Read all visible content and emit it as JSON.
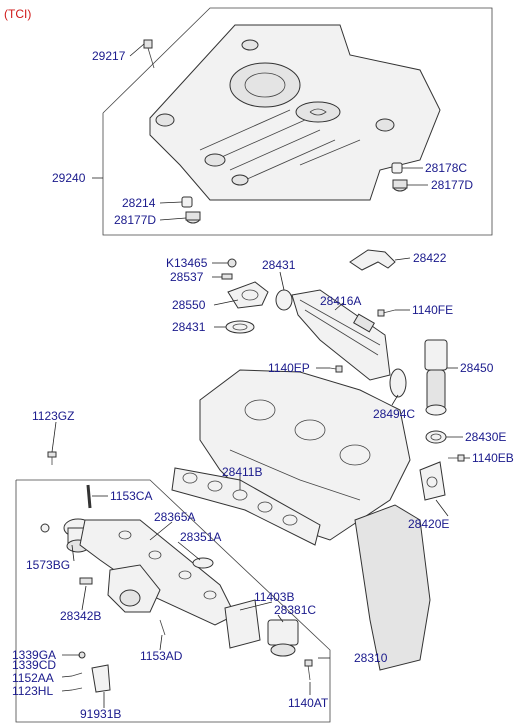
{
  "variant_label": "(TCI)",
  "part_numbers": {
    "p29217": "29217",
    "p29240": "29240",
    "p28214": "28214",
    "p28177D_left": "28177D",
    "p28178C": "28178C",
    "p28177D_right": "28177D",
    "pK13465": "K13465",
    "p28537": "28537",
    "p28431_top": "28431",
    "p28422": "28422",
    "p28550": "28550",
    "p28416A": "28416A",
    "p1140FE": "1140FE",
    "p28431_mid": "28431",
    "p28450": "28450",
    "p1140EP": "1140EP",
    "p28494C": "28494C",
    "p1123GZ": "1123GZ",
    "p28430E": "28430E",
    "p1140EB": "1140EB",
    "p28411B": "28411B",
    "p1153CA": "1153CA",
    "p28420E": "28420E",
    "p28365A": "28365A",
    "p28351A": "28351A",
    "p1573BG": "1573BG",
    "p11403B": "11403B",
    "p28381C": "28381C",
    "p28342B": "28342B",
    "p1339GA": "1339GA",
    "p1339CD": "1339CD",
    "p1153AD": "1153AD",
    "p28310": "28310",
    "p1152AA": "1152AA",
    "p1123HL": "1123HL",
    "p1140AT": "1140AT",
    "p91931B": "91931B"
  },
  "colors": {
    "label_blue": "#1a1a8c",
    "label_red": "#d01818",
    "line": "#222222"
  }
}
